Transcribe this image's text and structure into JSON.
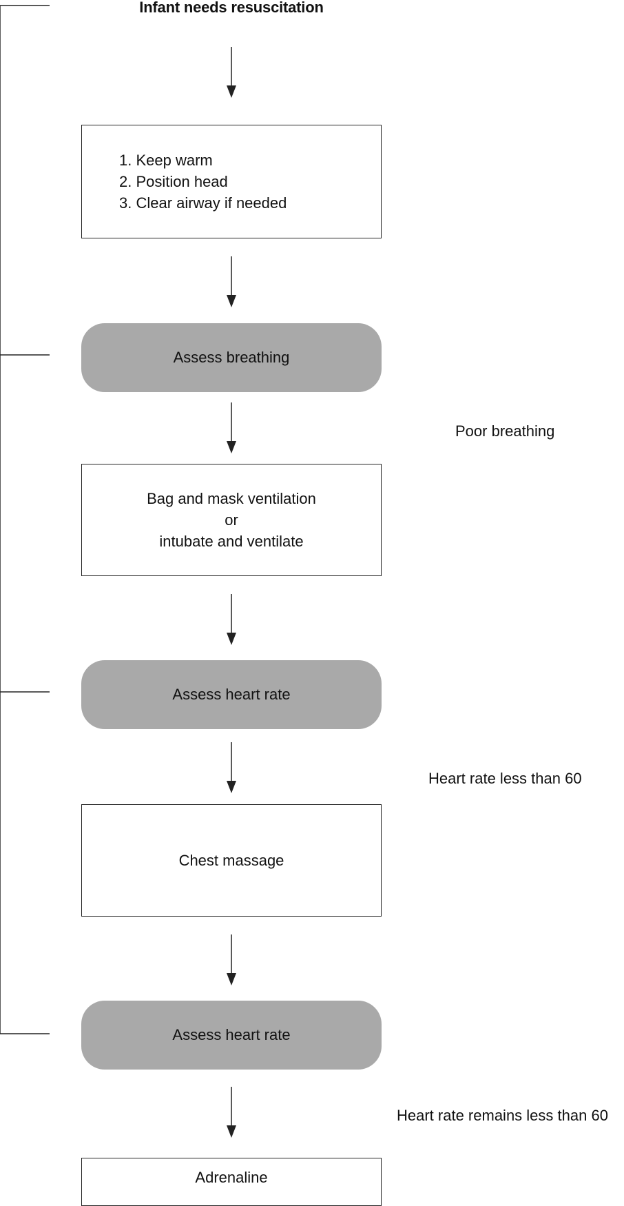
{
  "title": "Infant needs resuscitation",
  "steps": {
    "initial": [
      "1. Keep warm",
      "2. Position head",
      "3. Clear airway if needed"
    ],
    "ventilation": [
      "Bag and mask ventilation",
      "or",
      "intubate and ventilate"
    ],
    "chest": "Chest massage",
    "adrenaline": "Adrenaline"
  },
  "assessments": {
    "breathing": "Assess breathing",
    "heart_rate_1": "Assess heart rate",
    "heart_rate_2": "Assess heart rate"
  },
  "conditions": {
    "poor_breathing": "Poor breathing",
    "hr_less_60": "Heart rate less than 60",
    "hr_remains_less_60": "Heart rate remains less than 60"
  },
  "colors": {
    "assess_fill": "#a9a9a9",
    "line": "#222222"
  }
}
